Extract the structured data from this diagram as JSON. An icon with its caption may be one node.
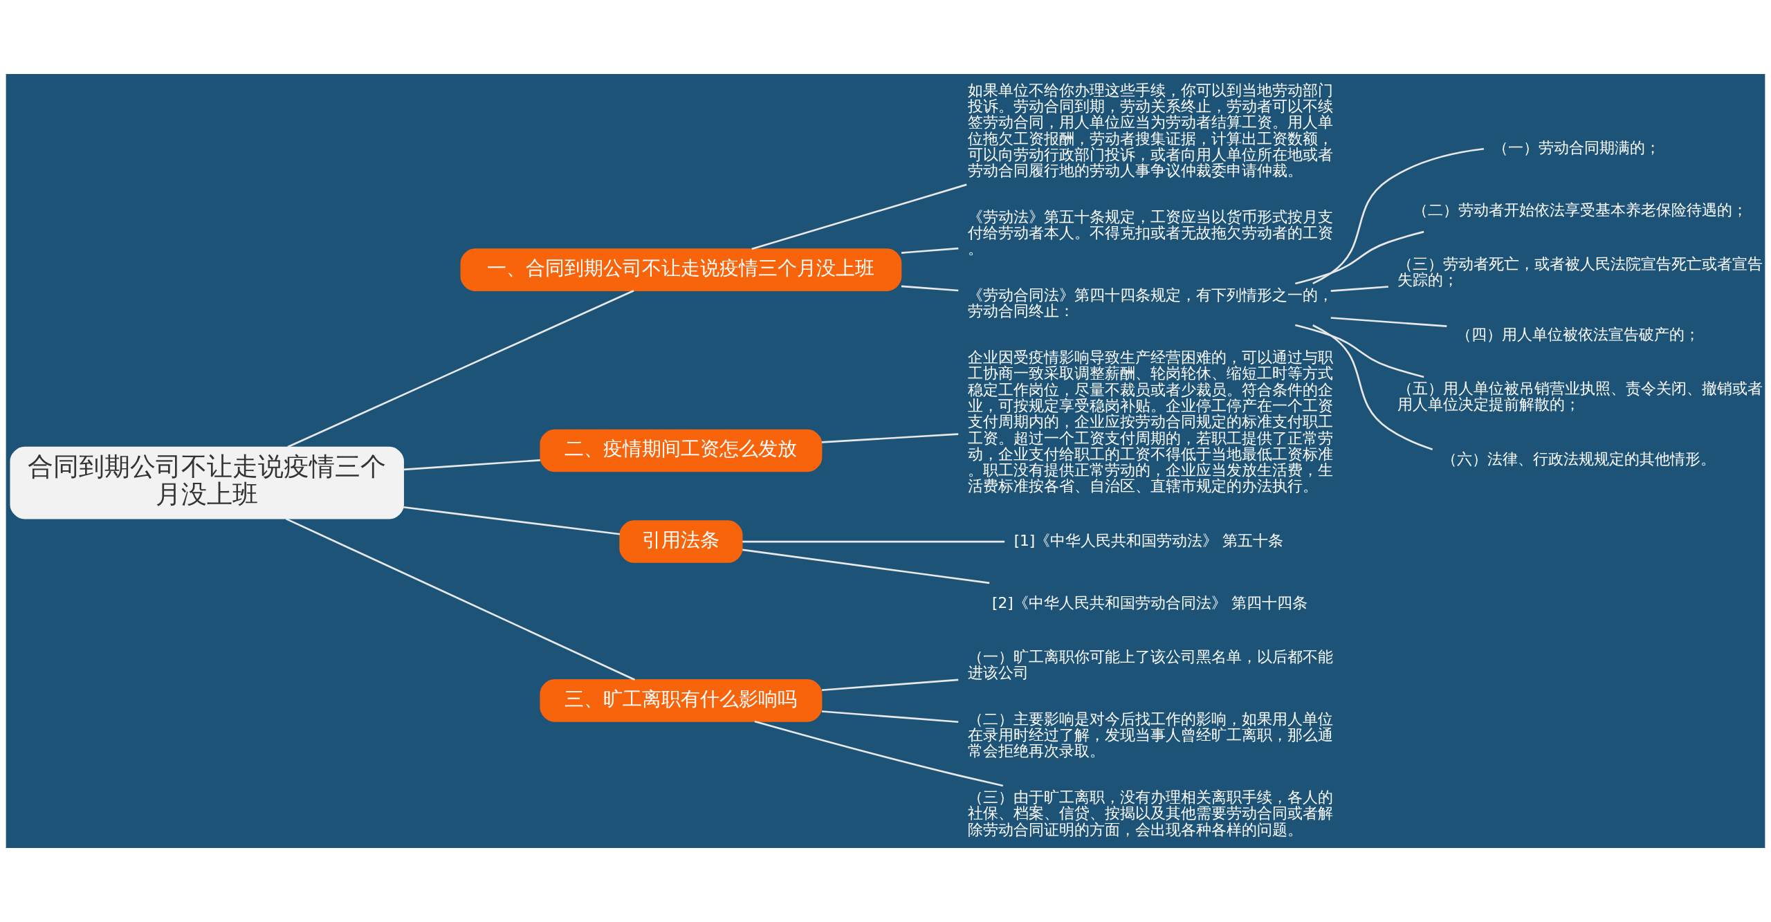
{
  "diagram": {
    "nodes": [
      {
        "text": [
          "合同到期公司不让走说疫情三个月没上班"
        ]
      },
      {
        "text": [
          "一、合同到期公司不让走说疫情三个月没上班"
        ]
      },
      {
        "text": [
          "如果单位不给你办理这些手续，你可以到当地劳动部门投诉。劳动合同到期，劳动关系终止，劳动者可以不续签劳动合同，用人单位应当为劳动者结算工资。用人单位拖欠工资报酬，劳动者搜集证据，计算出工资数额，可以向劳动行政部门投诉，或者向用人单位所在地或者劳动合同履行地的劳动人事争议仲裁委申请仲裁。"
        ]
      },
      {
        "text": [
          "《劳动法》第五十条规定，工资应当以货币形式按月支付给劳动者本人。不得克扣或者无故拖欠劳动者的工资。"
        ]
      },
      {
        "text": [
          "《劳动合同法》第四十四条规定，有下列情形之一的，劳动合同终止："
        ]
      },
      {
        "text": [
          "（一）劳动合同期满的；"
        ]
      },
      {
        "text": [
          "（二）劳动者开始依法享受基本养老保险待遇的；"
        ]
      },
      {
        "text": [
          "（三）劳动者死亡，或者被人民法院宣告死亡或者宣告失踪的；"
        ]
      },
      {
        "text": [
          "（四）用人单位被依法宣告破产的；"
        ]
      },
      {
        "text": [
          "（五）用人单位被吊销营业执照、责令关闭、撤销或者用人单位决定提前解散的；"
        ]
      },
      {
        "text": [
          "（六）法律、行政法规规定的其他情形。"
        ]
      },
      {
        "text": [
          "二、疫情期间工资怎么发放"
        ]
      },
      {
        "text": [
          "企业因受疫情影响导致生产经营困难的，可以通过与职工协商一致采取调整薪酬、轮岗轮休、缩短工时等方式稳定工作岗位，尽量不裁员或者少裁员。符合条件的企业，可按规定享受稳岗补贴。企业停工停产在一个工资支付周期内的，企业应按劳动合同规定的标准支付职工工资。超过一个工资支付周期的，若职工提供了正常劳动，企业支付给职工的工资不得低于当地最低工资标准。职工没有提供正常劳动的，企业应当发放生活费，生活费标准按各省、自治区、直辖市规定的办法执行。"
        ]
      },
      {
        "text": [
          "引用法条"
        ]
      },
      {
        "text": [
          "[1]《中华人民共和国劳动法》 第五十条"
        ]
      },
      {
        "text": [
          "[2]《中华人民共和国劳动合同法》 第四十四条"
        ]
      },
      {
        "text": [
          "三、旷工离职有什么影响吗"
        ]
      },
      {
        "text": [
          "（一）旷工离职你可能上了该公司黑名单，以后都不能进该公司"
        ]
      },
      {
        "text": [
          "（二）主要影响是对今后找工作的影响，如果用人单位在录用时经过了解，发现当事人曾经旷工离职，那么通常会拒绝再次录取。"
        ]
      },
      {
        "text": [
          "（三）由于旷工离职，没有办理相关离职手续，各人的社保、档案、信贷、按揭以及其他需要劳动合同或者解除劳动合同证明的方面，会出现各种各样的问题。"
        ]
      }
    ],
    "edges": [
      {
        "from": 0,
        "to": 1,
        "arrow": "none"
      },
      {
        "from": 1,
        "to": 2,
        "arrow": "none"
      },
      {
        "from": 1,
        "to": 3,
        "arrow": "none"
      },
      {
        "from": 1,
        "to": 4,
        "arrow": "none"
      },
      {
        "from": 4,
        "to": 5,
        "arrow": "none"
      },
      {
        "from": 4,
        "to": 6,
        "arrow": "none"
      },
      {
        "from": 4,
        "to": 7,
        "arrow": "none"
      },
      {
        "from": 4,
        "to": 8,
        "arrow": "none"
      },
      {
        "from": 4,
        "to": 9,
        "arrow": "none"
      },
      {
        "from": 4,
        "to": 10,
        "arrow": "none"
      },
      {
        "from": 0,
        "to": 11,
        "arrow": "none"
      },
      {
        "from": 11,
        "to": 12,
        "arrow": "none"
      },
      {
        "from": 0,
        "to": 13,
        "arrow": "none"
      },
      {
        "from": 13,
        "to": 14,
        "arrow": "none"
      },
      {
        "from": 13,
        "to": 15,
        "arrow": "none"
      },
      {
        "from": 0,
        "to": 16,
        "arrow": "none"
      },
      {
        "from": 16,
        "to": 17,
        "arrow": "none"
      },
      {
        "from": 16,
        "to": 18,
        "arrow": "none"
      },
      {
        "from": 16,
        "to": 19,
        "arrow": "none"
      }
    ]
  }
}
